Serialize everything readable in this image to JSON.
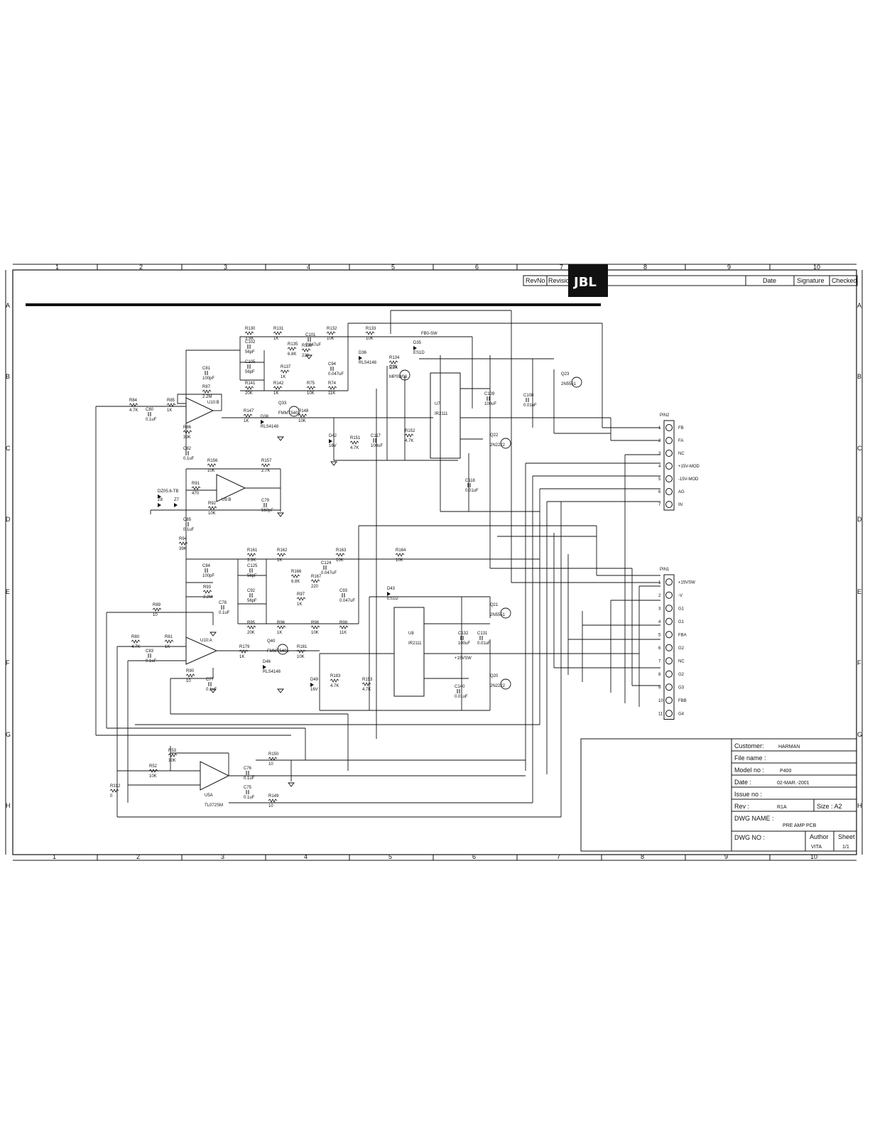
{
  "logo": {
    "brand": "JBL"
  },
  "grid": {
    "cols": [
      "1",
      "2",
      "3",
      "4",
      "5",
      "6",
      "7",
      "8",
      "9",
      "10"
    ],
    "rows": [
      "A",
      "B",
      "C",
      "D",
      "E",
      "F",
      "G",
      "H"
    ]
  },
  "revision_block": {
    "rev_no": "RevNo",
    "revision": "Revision",
    "date": "Date",
    "signature": "Signature",
    "checked": "Checked"
  },
  "title_block": {
    "customer_label": "Customer:",
    "customer": "HARMAN",
    "file_name_label": "File name :",
    "model_no_label": "Model no :",
    "model_no": "P400",
    "date_label": "Date :",
    "date": "02-MAR.-2001",
    "issue_no_label": "Issue no :",
    "rev_label": "Rev :",
    "rev": "R1A",
    "size_label": "Size : A2",
    "dwg_name_label": "DWG NAME :",
    "dwg_name": "PRE AMP PCB",
    "dwg_no_label": "DWG NO :",
    "author_label": "Author",
    "author": "VITA",
    "sheet_label": "Sheet",
    "sheet": "1/1"
  },
  "connectors": {
    "pin2": {
      "name": "PIN2",
      "pins": [
        {
          "n": "1",
          "label": "FB"
        },
        {
          "n": "2",
          "label": "FA"
        },
        {
          "n": "3",
          "label": "NC"
        },
        {
          "n": "4",
          "label": "+15V-MOD"
        },
        {
          "n": "5",
          "label": "-15V-MOD"
        },
        {
          "n": "6",
          "label": "AG"
        },
        {
          "n": "7",
          "label": "IN"
        }
      ]
    },
    "pin1": {
      "name": "PIN1",
      "pins": [
        {
          "n": "1",
          "label": "+15VSW"
        },
        {
          "n": "2",
          "label": "-V"
        },
        {
          "n": "3",
          "label": "G1"
        },
        {
          "n": "4",
          "label": "G1"
        },
        {
          "n": "5",
          "label": "FBA"
        },
        {
          "n": "6",
          "label": "G2"
        },
        {
          "n": "7",
          "label": "NC"
        },
        {
          "n": "8",
          "label": "G2"
        },
        {
          "n": "9",
          "label": "G3"
        },
        {
          "n": "10",
          "label": "FBB"
        },
        {
          "n": "11",
          "label": "G4"
        }
      ]
    }
  },
  "components": [
    {
      "ref": "R130",
      "val": "3.9K"
    },
    {
      "ref": "R131",
      "val": "1K"
    },
    {
      "ref": "R132",
      "val": "10K"
    },
    {
      "ref": "R133",
      "val": "10K"
    },
    {
      "ref": "FB0-SW",
      "val": ""
    },
    {
      "ref": "D35",
      "val": "ES1D"
    },
    {
      "ref": "R134",
      "val": "2.2K"
    },
    {
      "ref": "D36",
      "val": "RLS4148"
    },
    {
      "ref": "Q31",
      "val": "MPSW06"
    },
    {
      "ref": "C102",
      "val": "56pF"
    },
    {
      "ref": "C105",
      "val": "56pF"
    },
    {
      "ref": "C101",
      "val": "0.047uF"
    },
    {
      "ref": "R135",
      "val": "6.8K"
    },
    {
      "ref": "R136",
      "val": "220"
    },
    {
      "ref": "R137",
      "val": "1K"
    },
    {
      "ref": "C94",
      "val": "0.047uF"
    },
    {
      "ref": "R141",
      "val": "20K"
    },
    {
      "ref": "R142",
      "val": "1K"
    },
    {
      "ref": "R75",
      "val": "10K"
    },
    {
      "ref": "R74",
      "val": "11K"
    },
    {
      "ref": "C81",
      "val": "100pF"
    },
    {
      "ref": "R87",
      "val": "2.2M"
    },
    {
      "ref": "U10:B",
      "val": ""
    },
    {
      "ref": "R84",
      "val": "4.7K"
    },
    {
      "ref": "R85",
      "val": "1K"
    },
    {
      "ref": "C80",
      "val": "0.1uF"
    },
    {
      "ref": "R86",
      "val": "39K"
    },
    {
      "ref": "R147",
      "val": "1K"
    },
    {
      "ref": "Q33",
      "val": "FMMT5401"
    },
    {
      "ref": "D38",
      "val": "RLS4148"
    },
    {
      "ref": "R148",
      "val": "10K"
    },
    {
      "ref": "D42",
      "val": "16V"
    },
    {
      "ref": "R151",
      "val": "4.7K"
    },
    {
      "ref": "C117",
      "val": "100uF"
    },
    {
      "ref": "R152",
      "val": "4.7K"
    },
    {
      "ref": "U7",
      "val": "IR2111"
    },
    {
      "ref": "C109",
      "val": "100uF"
    },
    {
      "ref": "C108",
      "val": "0.01uF"
    },
    {
      "ref": "Q23",
      "val": "2N5551"
    },
    {
      "ref": "Q22",
      "val": "2N2222"
    },
    {
      "ref": "C118",
      "val": "0.01uF"
    },
    {
      "ref": "C82",
      "val": "0.1uF"
    },
    {
      "ref": "R156",
      "val": "10K"
    },
    {
      "ref": "R157",
      "val": "2.7K"
    },
    {
      "ref": "R91",
      "val": "470"
    },
    {
      "ref": "U9:B",
      "val": ""
    },
    {
      "ref": "R92",
      "val": "10K"
    },
    {
      "ref": "C79",
      "val": "560pF"
    },
    {
      "ref": "DZ05.6-TB",
      "val": ""
    },
    {
      "ref": "Z8",
      "val": ""
    },
    {
      "ref": "Z7",
      "val": ""
    },
    {
      "ref": "C85",
      "val": "0.1uF"
    },
    {
      "ref": "R94",
      "val": "39K"
    },
    {
      "ref": "R161",
      "val": "3.9K"
    },
    {
      "ref": "R162",
      "val": "1K"
    },
    {
      "ref": "C124",
      "val": "0.047uF"
    },
    {
      "ref": "R163",
      "val": "10K"
    },
    {
      "ref": "R164",
      "val": "10K"
    },
    {
      "ref": "C84",
      "val": "100pF"
    },
    {
      "ref": "C125",
      "val": "56pF"
    },
    {
      "ref": "R166",
      "val": "6.8K"
    },
    {
      "ref": "R167",
      "val": "220"
    },
    {
      "ref": "R93",
      "val": "2.2M"
    },
    {
      "ref": "C92",
      "val": "56pF"
    },
    {
      "ref": "R97",
      "val": "1K"
    },
    {
      "ref": "C93",
      "val": "0.047uF"
    },
    {
      "ref": "D43",
      "val": "ES1D"
    },
    {
      "ref": "Q21",
      "val": "2N5551"
    },
    {
      "ref": "R95",
      "val": "20K"
    },
    {
      "ref": "R96",
      "val": "1K"
    },
    {
      "ref": "R98",
      "val": "10K"
    },
    {
      "ref": "R99",
      "val": "11K"
    },
    {
      "ref": "R89",
      "val": "10"
    },
    {
      "ref": "C78",
      "val": "0.1uF"
    },
    {
      "ref": "U8",
      "val": "IR2111"
    },
    {
      "ref": "C132",
      "val": "100uF"
    },
    {
      "ref": "C131",
      "val": "0.01uF"
    },
    {
      "ref": "R80",
      "val": "4.7K"
    },
    {
      "ref": "R81",
      "val": "1K"
    },
    {
      "ref": "C83",
      "val": "0.1uF"
    },
    {
      "ref": "U10:A",
      "val": ""
    },
    {
      "ref": "R179",
      "val": "1K"
    },
    {
      "ref": "Q40",
      "val": "FMMT5401"
    },
    {
      "ref": "D46",
      "val": "RLS4148"
    },
    {
      "ref": "R181",
      "val": "10K"
    },
    {
      "ref": "D49",
      "val": "16V"
    },
    {
      "ref": "R183",
      "val": "4.7K"
    },
    {
      "ref": "R153",
      "val": "4.7K"
    },
    {
      "ref": "+15VSW",
      "val": ""
    },
    {
      "ref": "Q20",
      "val": "2N2222"
    },
    {
      "ref": "C140",
      "val": "0.01uF"
    },
    {
      "ref": "R90",
      "val": "10"
    },
    {
      "ref": "C77",
      "val": "0.1uF"
    },
    {
      "ref": "R53",
      "val": "10K"
    },
    {
      "ref": "R150",
      "val": "10"
    },
    {
      "ref": "R52",
      "val": "10K"
    },
    {
      "ref": "C76",
      "val": "0.1uF"
    },
    {
      "ref": "R312",
      "val": "0"
    },
    {
      "ref": "U5A",
      "val": "TL072SM"
    },
    {
      "ref": "C75",
      "val": "0.1uF"
    },
    {
      "ref": "R149",
      "val": "10"
    }
  ]
}
